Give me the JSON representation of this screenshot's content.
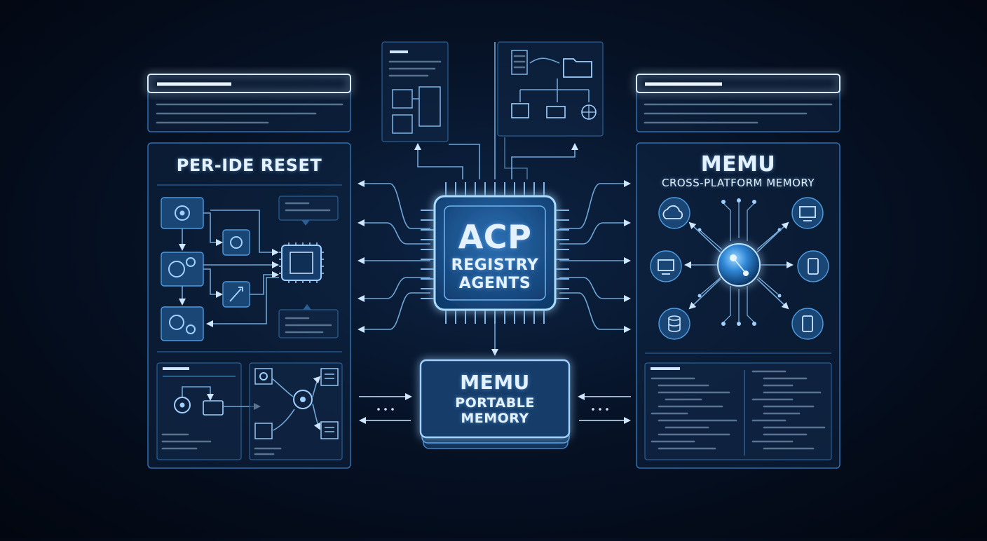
{
  "left_panel": {
    "title": "PER-IDE RESET"
  },
  "center_chip": {
    "line1": "ACP",
    "line2": "REGISTRY",
    "line3": "AGENTS"
  },
  "bottom_box": {
    "line1": "MEMU",
    "line2": "PORTABLE",
    "line3": "MEMORY"
  },
  "right_panel": {
    "title": "MEMU",
    "subtitle": "CROSS-PLATFORM MEMORY"
  },
  "icons": {
    "right_hub": [
      "cloud-icon",
      "monitor-icon",
      "monitor-icon",
      "phone-icon",
      "database-icon",
      "phone-icon"
    ],
    "left_flow": [
      "gear-icon",
      "gear-icon",
      "gear-icon",
      "gear-icon",
      "wrench-icon",
      "chip-icon"
    ]
  },
  "colors": {
    "accent": "#4da3ff",
    "glow": "#7cc4ff",
    "panel_border": "#2f6fae",
    "background": "#030a18"
  }
}
